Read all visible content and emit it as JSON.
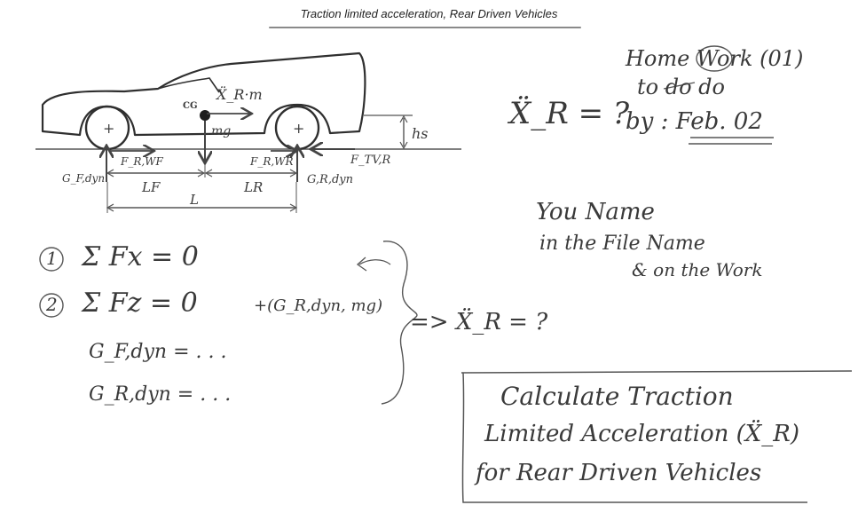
{
  "title": "Traction limited acceleration, Rear Driven Vehicles",
  "diagram": {
    "cg_label": "CG",
    "inertia_label": "Ẍ_R·m",
    "weight_label": "mg",
    "fr_wf": "F_R,WF",
    "fr_wr": "F_R,WR",
    "ftv_r": "F_TV,R",
    "gf_dyn": "G_F,dyn",
    "gr_dyn": "G,R,dyn",
    "lf": "LF",
    "lr": "LR",
    "l": "L",
    "hs": "hs"
  },
  "question": "Ẍ_R = ?",
  "homework": {
    "line1": "Home Work (01)",
    "line2": "to do do",
    "line3": "by : Feb. 02"
  },
  "name_note": {
    "line1": "You Name",
    "line2": "in the File Name",
    "line3": "& on the Work"
  },
  "equations": {
    "eq1_num": "1",
    "eq1": "Σ Fx = 0",
    "eq2_num": "2",
    "eq2": "Σ Fz = 0",
    "eq2_extra": "+(G_R,dyn, mg)",
    "gf": "G_F,dyn = . . .",
    "gr": "G_R,dyn = . . .",
    "result": "=> Ẍ_R = ?"
  },
  "task_box": {
    "line1": "Calculate Traction",
    "line2": "Limited Acceleration (Ẍ_R)",
    "line3": "for Rear Driven Vehicles"
  }
}
